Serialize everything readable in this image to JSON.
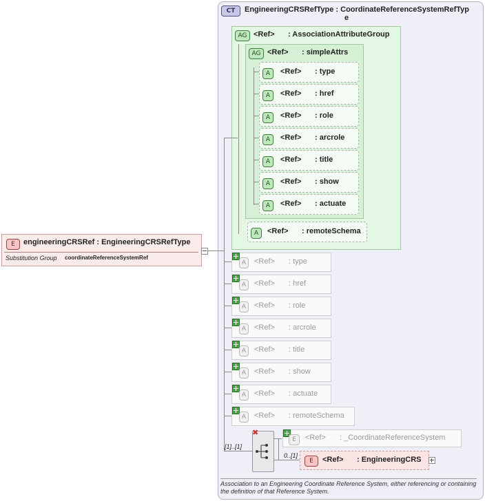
{
  "complex_type": {
    "badge": "CT",
    "name": "EngineeringCRSRefType : CoordinateReferenceSystemRefTyp",
    "name_wrap": "e"
  },
  "association_group": {
    "badge": "AG",
    "ref": "<Ref>",
    "name": ": AssociationAttributeGroup"
  },
  "simple_attrs_group": {
    "badge": "AG",
    "ref": "<Ref>",
    "name": ": simpleAttrs"
  },
  "simple_attrs": [
    {
      "badge": "A",
      "ref": "<Ref>",
      "name": ": type"
    },
    {
      "badge": "A",
      "ref": "<Ref>",
      "name": ": href"
    },
    {
      "badge": "A",
      "ref": "<Ref>",
      "name": ": role"
    },
    {
      "badge": "A",
      "ref": "<Ref>",
      "name": ": arcrole"
    },
    {
      "badge": "A",
      "ref": "<Ref>",
      "name": ": title"
    },
    {
      "badge": "A",
      "ref": "<Ref>",
      "name": ": show"
    },
    {
      "badge": "A",
      "ref": "<Ref>",
      "name": ": actuate"
    }
  ],
  "remote_schema_attr": {
    "badge": "A",
    "ref": "<Ref>",
    "name": ": remoteSchema"
  },
  "inherited_attrs": [
    {
      "badge": "A",
      "ref": "<Ref>",
      "name": ": type"
    },
    {
      "badge": "A",
      "ref": "<Ref>",
      "name": ": href"
    },
    {
      "badge": "A",
      "ref": "<Ref>",
      "name": ": role"
    },
    {
      "badge": "A",
      "ref": "<Ref>",
      "name": ": arcrole"
    },
    {
      "badge": "A",
      "ref": "<Ref>",
      "name": ": title"
    },
    {
      "badge": "A",
      "ref": "<Ref>",
      "name": ": show"
    },
    {
      "badge": "A",
      "ref": "<Ref>",
      "name": ": actuate"
    },
    {
      "badge": "A",
      "ref": "<Ref>",
      "name": ": remoteSchema"
    }
  ],
  "element": {
    "badge": "E",
    "name": "engineeringCRSRef : EngineeringCRSRefType",
    "subst_label": "Substitution Group",
    "subst_value": "coordinateReferenceSystemRef"
  },
  "choice": {
    "multiplicity": "[1]..[1]"
  },
  "choice_elements": [
    {
      "badge": "E",
      "ref": "<Ref>",
      "name": ": _CoordinateReferenceSystem",
      "multiplicity": ""
    },
    {
      "badge": "E",
      "ref": "<Ref>",
      "name": ": EngineeringCRS",
      "multiplicity": "0..[1]"
    }
  ],
  "description": "Association to an Engineering Coordinate Reference System, either referencing or containing the definition of that Reference System."
}
